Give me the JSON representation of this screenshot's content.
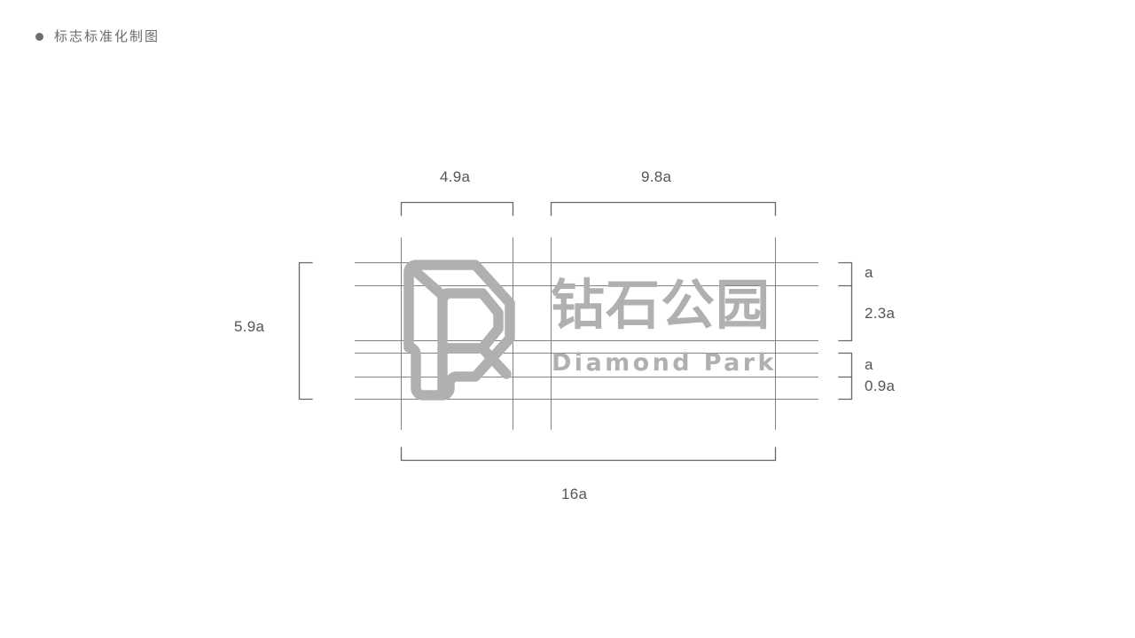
{
  "header": {
    "bullet_icon": "bullet-dot",
    "title": "标志标准化制图"
  },
  "logo": {
    "mark_icon": "diamond-park-p-mark",
    "chinese_name": "钻石公园",
    "english_name": "Diamond Park",
    "mark_color": "#b0b0b0",
    "wordmark_color": "#b0b0b0"
  },
  "diagram": {
    "grid_color": "#808080",
    "bracket_color": "#666666",
    "label_color": "#555555",
    "dimensions": {
      "top_left": "4.9a",
      "top_right": "9.8a",
      "left": "5.9a",
      "right_1": "a",
      "right_2": "2.3a",
      "right_3": "a",
      "right_4": "0.9a",
      "bottom": "16a"
    }
  }
}
